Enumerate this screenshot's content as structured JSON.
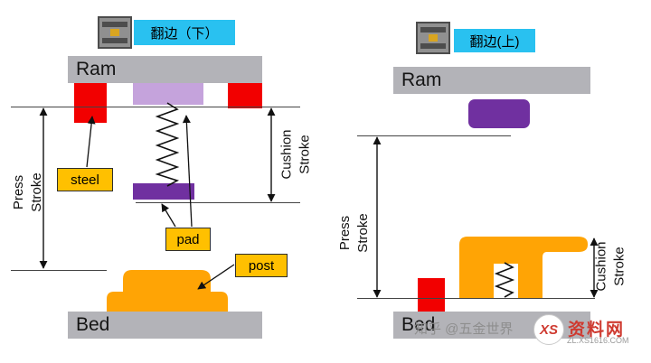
{
  "left": {
    "tag": "翻边（下）",
    "ram_label": "Ram",
    "bed_label": "Bed",
    "press_stroke_label": "Press Stroke",
    "cushion_stroke_label": "Cushion Stroke",
    "steel_label": "steel",
    "pad_label": "pad",
    "post_label": "post"
  },
  "right": {
    "tag": "翻边(上)",
    "ram_label": "Ram",
    "bed_label": "Bed",
    "press_stroke_label": "Press Stroke",
    "cushion_stroke_label": "Cushion Stroke"
  },
  "watermark": {
    "author": "知乎 @五金世界",
    "site_name": "资料网",
    "site_url": "ZL.XS1616.COM",
    "logo_text": "XS"
  },
  "icons": {
    "left_tag_icon": "press-die-icon",
    "right_tag_icon": "press-die-icon"
  },
  "colors": {
    "tag_cyan": "#29C1F0",
    "bar_gray": "#B3B3B8",
    "steel_red": "#F20000",
    "upper_pad_light_purple": "#C5A3DC",
    "pad_purple": "#7030A0",
    "post_orange": "#FFA405",
    "label_yellow": "#FFC000"
  }
}
